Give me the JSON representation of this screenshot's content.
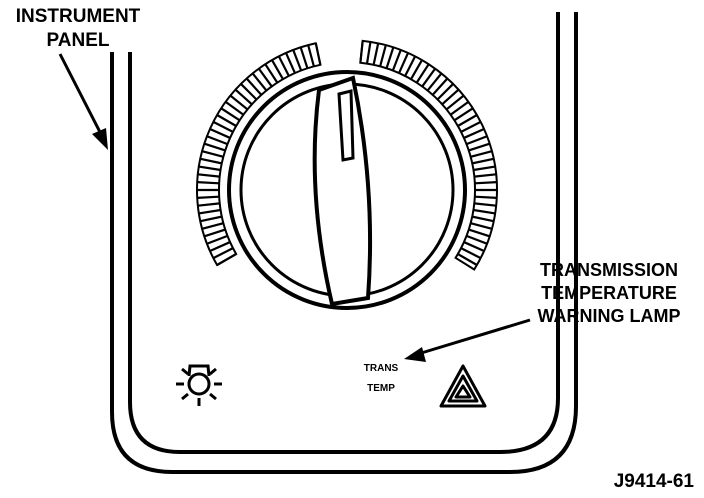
{
  "labels": {
    "instrument_panel": [
      "INSTRUMENT",
      "PANEL"
    ],
    "warning_lamp": [
      "TRANSMISSION",
      "TEMPERATURE",
      "WARNING LAMP"
    ],
    "lamp_text": [
      "TRANS",
      "TEMP"
    ],
    "figure_id": "J9414-61"
  },
  "icons": {
    "panel_light": "light-bulb-icon",
    "hazard": "hazard-triangle-icon",
    "knob": "rotary-knob"
  },
  "colors": {
    "ink": "#000000",
    "paper": "#ffffff"
  }
}
